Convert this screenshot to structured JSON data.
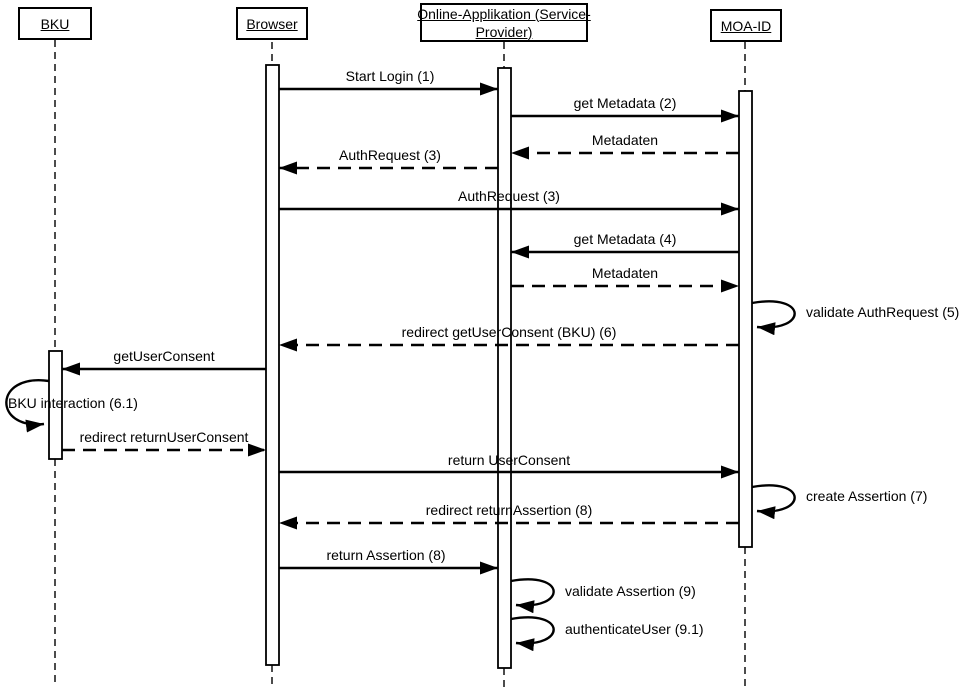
{
  "colors": {
    "background": "#ffffff",
    "line": "#000000",
    "text": "#000000"
  },
  "diagram": {
    "type": "uml-sequence-diagram",
    "actors": [
      {
        "id": "bku",
        "lines": [
          "BKU"
        ]
      },
      {
        "id": "browser",
        "lines": [
          "Browser"
        ]
      },
      {
        "id": "online-applikation",
        "lines": [
          "Online-Applikation (Service-",
          "Provider)"
        ]
      },
      {
        "id": "moa-id",
        "lines": [
          "MOA-ID"
        ]
      }
    ],
    "messages": [
      {
        "text": "Start Login (1)",
        "from": "browser",
        "to": "online-applikation",
        "kind": "solid"
      },
      {
        "text": "get Metadata (2)",
        "from": "online-applikation",
        "to": "moa-id",
        "kind": "solid"
      },
      {
        "text": "Metadaten",
        "from": "moa-id",
        "to": "online-applikation",
        "kind": "dashed"
      },
      {
        "text": "AuthRequest (3)",
        "from": "online-applikation",
        "to": "browser",
        "kind": "dashed"
      },
      {
        "text": "AuthRequest (3)",
        "from": "browser",
        "to": "moa-id",
        "kind": "solid"
      },
      {
        "text": "get Metadata (4)",
        "from": "moa-id",
        "to": "online-applikation",
        "kind": "solid"
      },
      {
        "text": "Metadaten",
        "from": "online-applikation",
        "to": "moa-id",
        "kind": "dashed"
      },
      {
        "text": "validate AuthRequest (5)",
        "from": "moa-id",
        "to": "moa-id",
        "kind": "self-loop"
      },
      {
        "text": "redirect getUserConsent (BKU) (6)",
        "from": "moa-id",
        "to": "browser",
        "kind": "dashed"
      },
      {
        "text": "getUserConsent",
        "from": "browser",
        "to": "bku",
        "kind": "solid"
      },
      {
        "text": "BKU interaction (6.1)",
        "from": "bku",
        "to": "bku",
        "kind": "self-loop"
      },
      {
        "text": "redirect returnUserConsent",
        "from": "bku",
        "to": "browser",
        "kind": "dashed"
      },
      {
        "text": "return UserConsent",
        "from": "browser",
        "to": "moa-id",
        "kind": "solid"
      },
      {
        "text": "create Assertion (7)",
        "from": "moa-id",
        "to": "moa-id",
        "kind": "self-loop"
      },
      {
        "text": "redirect returnAssertion (8)",
        "from": "moa-id",
        "to": "browser",
        "kind": "dashed"
      },
      {
        "text": "return Assertion (8)",
        "from": "browser",
        "to": "online-applikation",
        "kind": "solid"
      },
      {
        "text": "validate Assertion (9)",
        "from": "online-applikation",
        "to": "online-applikation",
        "kind": "self-loop"
      },
      {
        "text": "authenticateUser (9.1)",
        "from": "online-applikation",
        "to": "online-applikation",
        "kind": "self-loop"
      }
    ]
  }
}
